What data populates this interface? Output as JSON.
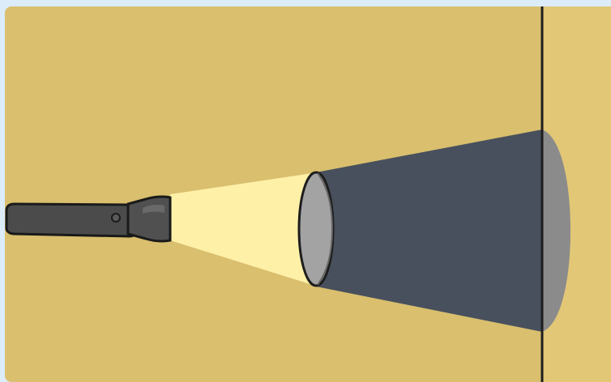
{
  "scene": {
    "description_visible_text": "",
    "objects": [
      {
        "name": "flashlight-icon"
      },
      {
        "name": "light-beam"
      },
      {
        "name": "opaque-disc"
      },
      {
        "name": "shadow-cone"
      },
      {
        "name": "wall-shadow"
      },
      {
        "name": "wall-surface"
      }
    ]
  },
  "colors": {
    "background_frame": "#dcecf8",
    "floor": "#d9bf6e",
    "wall": "#e2c777",
    "wall_line": "#1e1e1e",
    "flashlight_body": "#4b4b4b",
    "flashlight_highlight": "#6b6b6b",
    "beam": "#fff0a8",
    "disc_fill": "#a3a3a3",
    "disc_outline": "#1d1d1d",
    "shadow_cone": "#48505d",
    "wall_shadow": "#8b8b8b"
  }
}
